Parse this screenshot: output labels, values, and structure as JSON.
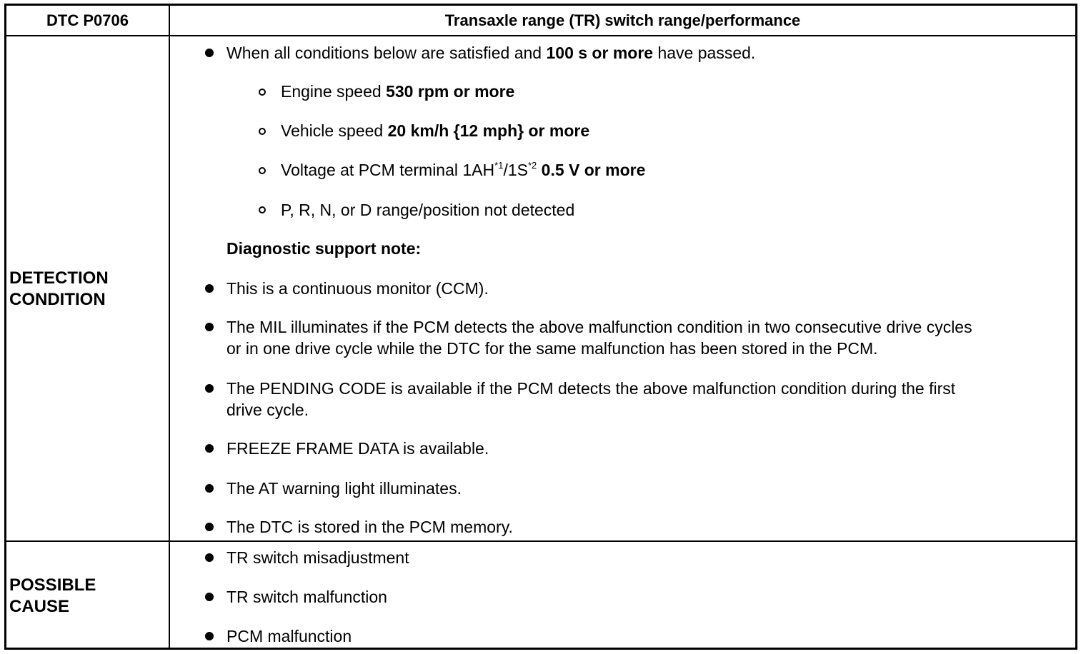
{
  "header": {
    "code": "DTC P0706",
    "title": "Transaxle range (TR) switch range/performance"
  },
  "detection": {
    "label_line1": "DETECTION",
    "label_line2": "CONDITION",
    "intro_pre": "When all conditions below are satisfied and ",
    "intro_bold": "100 s or more",
    "intro_post": " have passed.",
    "sub": [
      {
        "pre": "Engine speed ",
        "bold": "530 rpm or more"
      },
      {
        "pre": "Vehicle speed ",
        "bold": "20 km/h {12 mph} or more"
      },
      {
        "pre": "Voltage at PCM terminal 1AH",
        "sup1": "*1",
        "mid": "/1S",
        "sup2": "*2",
        "bold": " 0.5 V or more"
      },
      {
        "pre": "P, R, N, or D range/position not detected"
      }
    ],
    "note_heading": "Diagnostic support note:",
    "notes": [
      "This is a continuous monitor (CCM).",
      "The MIL illuminates if the PCM detects the above malfunction condition in two consecutive drive cycles",
      "or in one drive cycle while the DTC for the same malfunction has been stored in the PCM.",
      "The PENDING CODE is available if the PCM detects the above malfunction condition during the first",
      "drive cycle.",
      "FREEZE FRAME DATA is available.",
      "The AT warning light illuminates.",
      "The DTC is stored in the PCM memory."
    ]
  },
  "cause": {
    "label_line1": "POSSIBLE",
    "label_line2": "CAUSE",
    "items": [
      "TR switch misadjustment",
      "TR switch malfunction",
      "PCM malfunction"
    ]
  }
}
